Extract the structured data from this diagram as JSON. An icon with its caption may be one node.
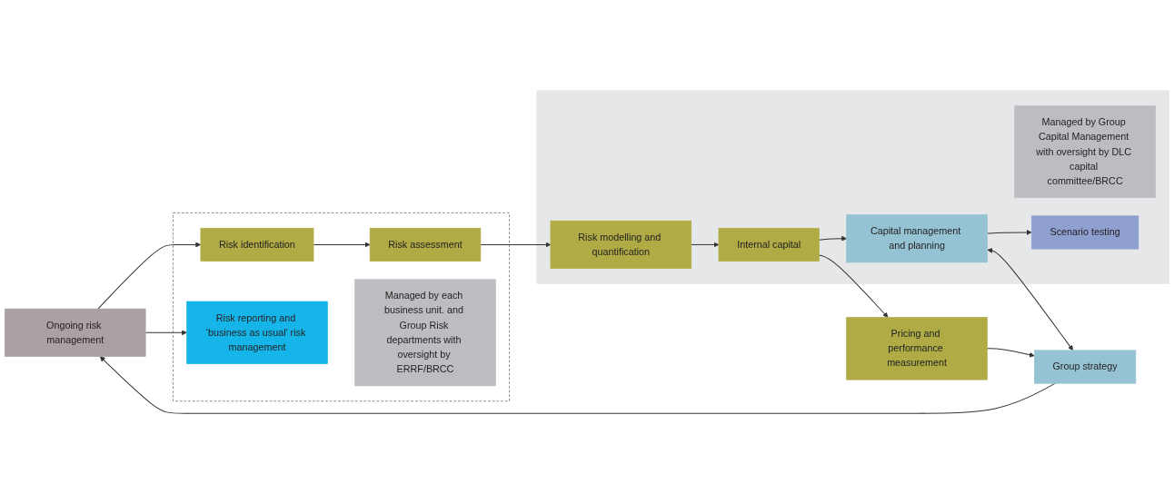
{
  "diagram": {
    "nodes": [
      {
        "text": [
          "Ongoing risk management"
        ]
      },
      {
        "text": [],
        "shape": "box"
      },
      {
        "text": [
          "Risk identification"
        ],
        "in": 1
      },
      {
        "text": [
          "Risk assessment"
        ],
        "in": 1
      },
      {
        "text": [
          "Risk reporting and ‘business as usual’ risk management"
        ],
        "in": 1
      },
      {
        "text": [
          "Managed by each business unit. and Group Risk departments with oversight by ERRF/BRCC"
        ],
        "in": 1
      },
      {
        "text": [],
        "shape": "box"
      },
      {
        "text": [
          "Risk modelling and quantification"
        ],
        "in": 6
      },
      {
        "text": [
          "Internal capital"
        ],
        "in": 6
      },
      {
        "text": [
          "Managed by Group Capital Management with oversight by DLC capital committee/BRCC"
        ],
        "in": 6
      },
      {
        "text": [
          "Capital management and planning"
        ],
        "in": 6
      },
      {
        "text": [
          "Scenario testing"
        ],
        "in": 6
      },
      {
        "text": [
          "Pricing and performance measurement"
        ]
      },
      {
        "text": [
          "Group strategy"
        ]
      }
    ],
    "edges": [
      {
        "from": 0,
        "to": 2,
        "arrow": "to"
      },
      {
        "from": 0,
        "to": 4,
        "arrow": "to"
      },
      {
        "from": 2,
        "to": 3,
        "arrow": "to"
      },
      {
        "from": 3,
        "to": 7,
        "arrow": "to"
      },
      {
        "from": 7,
        "to": 8,
        "arrow": "to"
      },
      {
        "from": 8,
        "to": 10,
        "arrow": "to"
      },
      {
        "from": 10,
        "to": 11,
        "arrow": "to"
      },
      {
        "from": 8,
        "to": 12,
        "arrow": "to"
      },
      {
        "from": 12,
        "to": 13,
        "arrow": "to"
      },
      {
        "from": 10,
        "to": 13,
        "arrow": "both"
      },
      {
        "from": 13,
        "to": 0,
        "arrow": "to"
      }
    ]
  }
}
